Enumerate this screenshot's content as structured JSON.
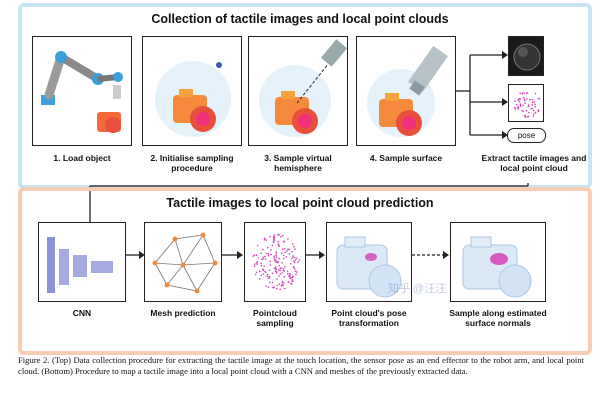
{
  "top_panel": {
    "title": "Collection of tactile images and local point clouds",
    "steps": [
      {
        "label": "1. Load object"
      },
      {
        "label": "2. Initialise sampling procedure"
      },
      {
        "label": "3. Sample virtual hemisphere"
      },
      {
        "label": "4. Sample surface"
      }
    ],
    "extract_label": "Extract tactile images and local point cloud",
    "pose_label": "pose"
  },
  "bottom_panel": {
    "title": "Tactile images to local point cloud prediction",
    "steps": [
      {
        "label": "CNN"
      },
      {
        "label": "Mesh prediction"
      },
      {
        "label": "Pointcloud sampling"
      },
      {
        "label": "Point cloud's pose transformation"
      },
      {
        "label": "Sample along estimated surface normals"
      }
    ]
  },
  "caption": "Figure 2. (Top) Data collection procedure for extracting the tactile image at the touch location, the sensor pose as an end effector to the robot arm, and local point cloud. (Bottom) Procedure to map a tactile image into a local point cloud with a CNN and meshes of the previously extracted data.",
  "watermark": "知乎 @汪汪",
  "colors": {
    "top_border": "#c9e4f2",
    "bottom_border": "#f6cdb2",
    "camera": "#f36a3c",
    "points": "#d63fb5"
  }
}
